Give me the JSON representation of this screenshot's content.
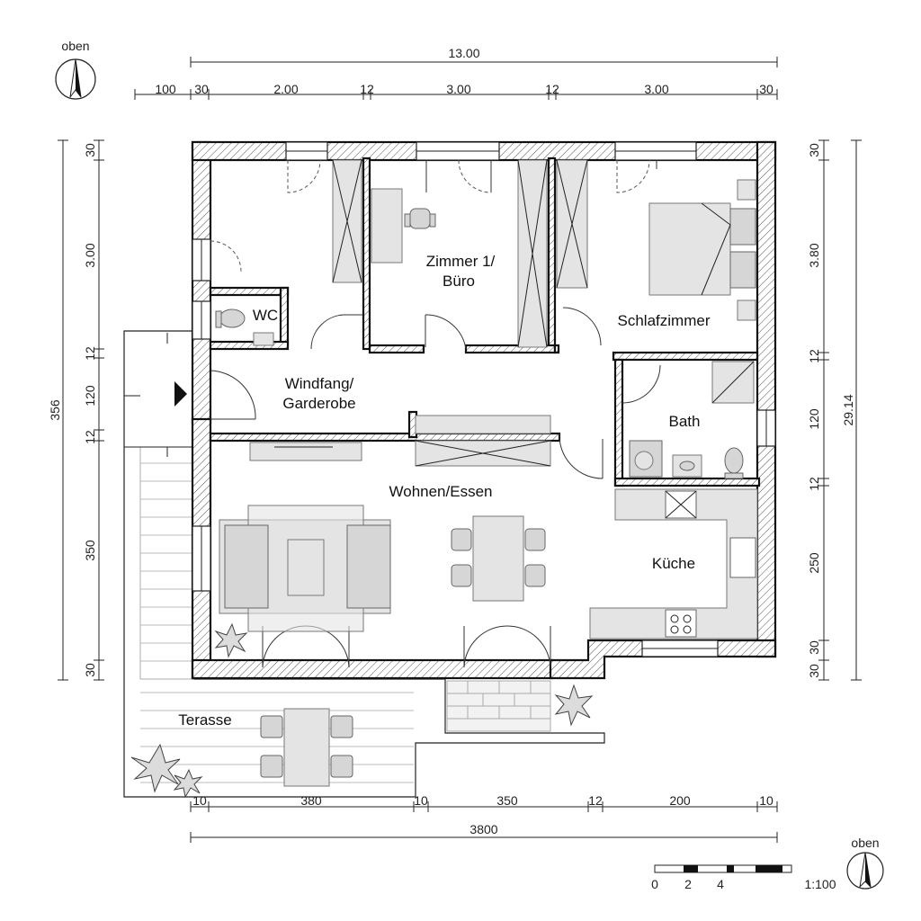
{
  "rooms": {
    "wc": "WC",
    "zimmer_line1": "Zimmer 1/",
    "zimmer_line2": "Büro",
    "schlafzimmer": "Schlafzimmer",
    "windfang_line1": "Windfang/",
    "windfang_line2": "Garderobe",
    "bath": "Bath",
    "wohnen": "Wohnen/Essen",
    "kueche": "Küche",
    "terasse": "Terasse"
  },
  "dimensions": {
    "top_total": "13.00",
    "top_segments": [
      "100",
      "30",
      "2.00",
      "12",
      "3.00",
      "12",
      "3.00",
      "30"
    ],
    "bottom_segments": [
      "10",
      "380",
      "10",
      "350",
      "12",
      "200",
      "10"
    ],
    "bottom_total": "3800",
    "left_total": "356",
    "left_segments": [
      "30",
      "3.00",
      "12",
      "120",
      "12",
      "350",
      "30"
    ],
    "right_total": "29.14",
    "right_segments": [
      "30",
      "3.80",
      "12",
      "120",
      "12",
      "250",
      "30",
      "30"
    ]
  },
  "compass": {
    "label": "oben"
  },
  "scale": {
    "ticks": [
      "0",
      "2",
      "4"
    ],
    "ratio": "1:100"
  }
}
